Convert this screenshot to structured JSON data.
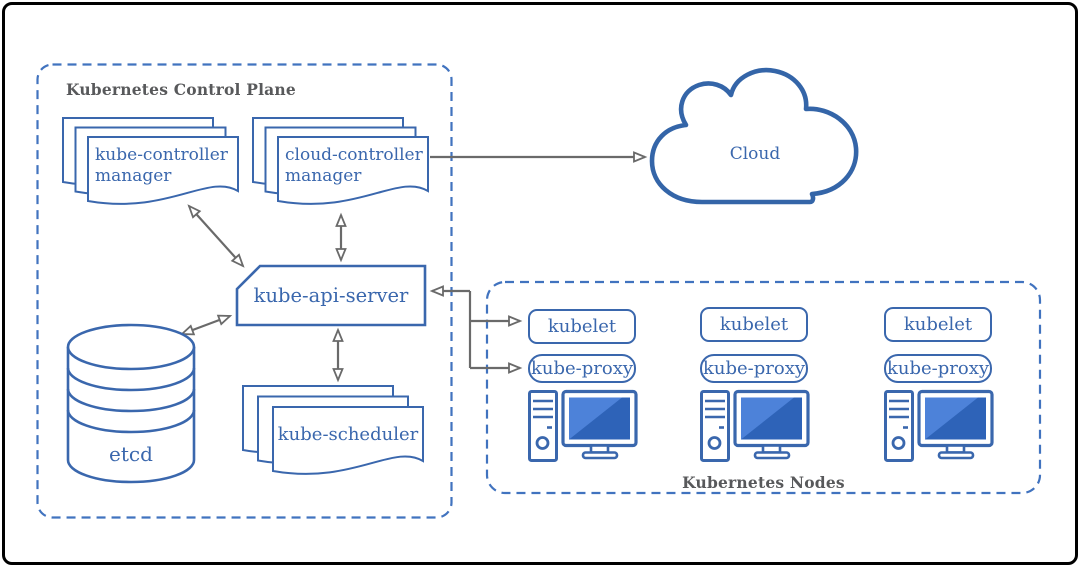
{
  "colors": {
    "shape_blue": "#3a67ad",
    "dash_blue": "#4173bf",
    "cloud_blue": "#3465a8",
    "arrow_gray": "#6a6a6a",
    "title_gray": "#58595b",
    "screen_blue": "#2e63b8",
    "screen_highlight": "#4d82d9",
    "frame_black": "#000000"
  },
  "control_plane": {
    "title": "Kubernetes Control Plane",
    "kube_controller_manager": {
      "line1": "kube-controller",
      "line2": "manager"
    },
    "cloud_controller_manager": {
      "line1": "cloud-controller",
      "line2": "manager"
    },
    "kube_api_server": "kube-api-server",
    "kube_scheduler": "kube-scheduler",
    "etcd": "etcd"
  },
  "cloud": {
    "label": "Cloud"
  },
  "nodes": {
    "title": "Kubernetes Nodes",
    "items": [
      {
        "kubelet": "kubelet",
        "kube_proxy": "kube-proxy"
      },
      {
        "kubelet": "kubelet",
        "kube_proxy": "kube-proxy"
      },
      {
        "kubelet": "kubelet",
        "kube_proxy": "kube-proxy"
      }
    ]
  }
}
